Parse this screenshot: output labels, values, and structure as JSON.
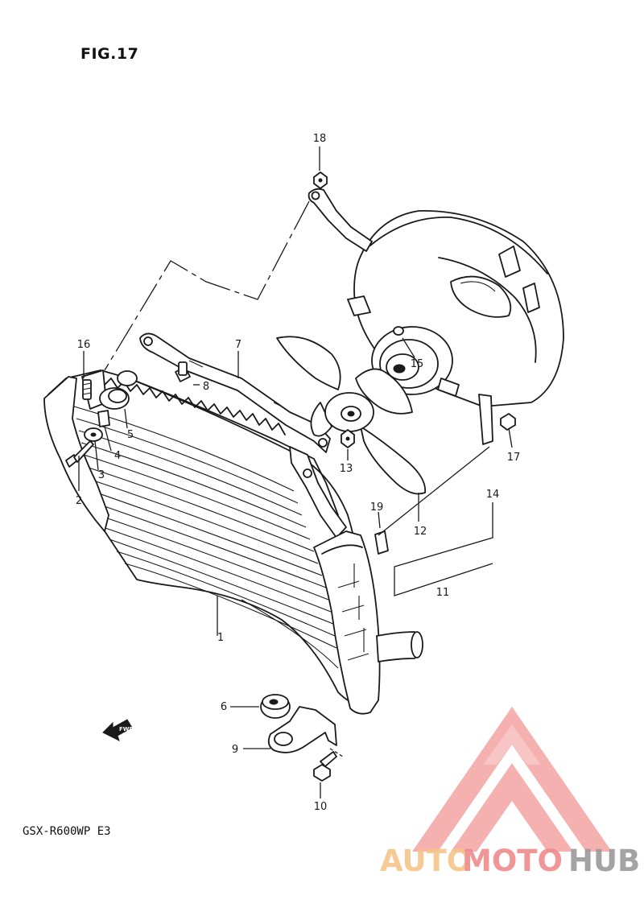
{
  "figure": {
    "title": "FIG.17",
    "model_code": "GSX-R600WP E3",
    "fwd_label": "FWD"
  },
  "callouts": {
    "c1": "1",
    "c2": "2",
    "c3": "3",
    "c4": "4",
    "c5": "5",
    "c6": "6",
    "c7": "7",
    "c8": "8",
    "c9": "9",
    "c10": "10",
    "c11": "11",
    "c12": "12",
    "c13": "13",
    "c14": "14",
    "c15": "15",
    "c16": "16",
    "c17": "17",
    "c18": "18",
    "c19": "19"
  },
  "watermark": {
    "part1": "AUTO",
    "part2": "MOTO",
    "part3": "HUB",
    "colors": {
      "auto": "#f6c48a",
      "moto": "#ef8b8b",
      "hub": "#9a9a9a",
      "logo": "#f4a3a3"
    }
  }
}
